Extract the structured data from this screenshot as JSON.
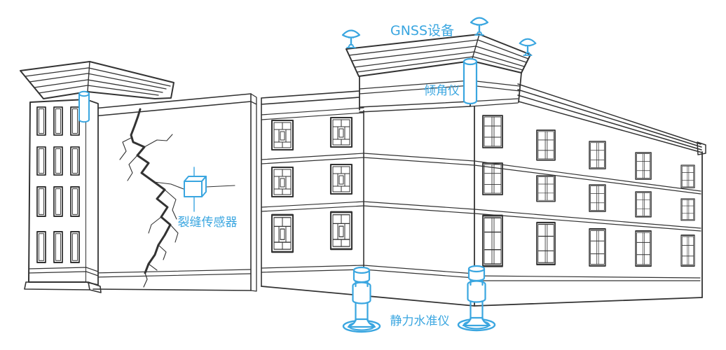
{
  "diagram": {
    "type": "building-structural-health-monitoring-illustration",
    "background_color": "#ffffff",
    "line_color": "#333333",
    "accent_color": "#3AA6E0",
    "labels": {
      "gnss": "GNSS设备",
      "tilt": "倾角仪",
      "crack": "裂缝传感器",
      "level": "静力水准仪"
    },
    "sensors": [
      {
        "name": "gnss-antenna",
        "label": "GNSS设备",
        "count": 3,
        "location": "roof cornice of central tower"
      },
      {
        "name": "inclinometer",
        "label": "倾角仪",
        "count": 2,
        "location": "upper corners of towers"
      },
      {
        "name": "crack-sensor",
        "label": "裂缝传感器",
        "count": 1,
        "location": "across wall crack"
      },
      {
        "name": "static-level",
        "label": "静力水准仪",
        "count": 2,
        "location": "building base"
      }
    ]
  }
}
